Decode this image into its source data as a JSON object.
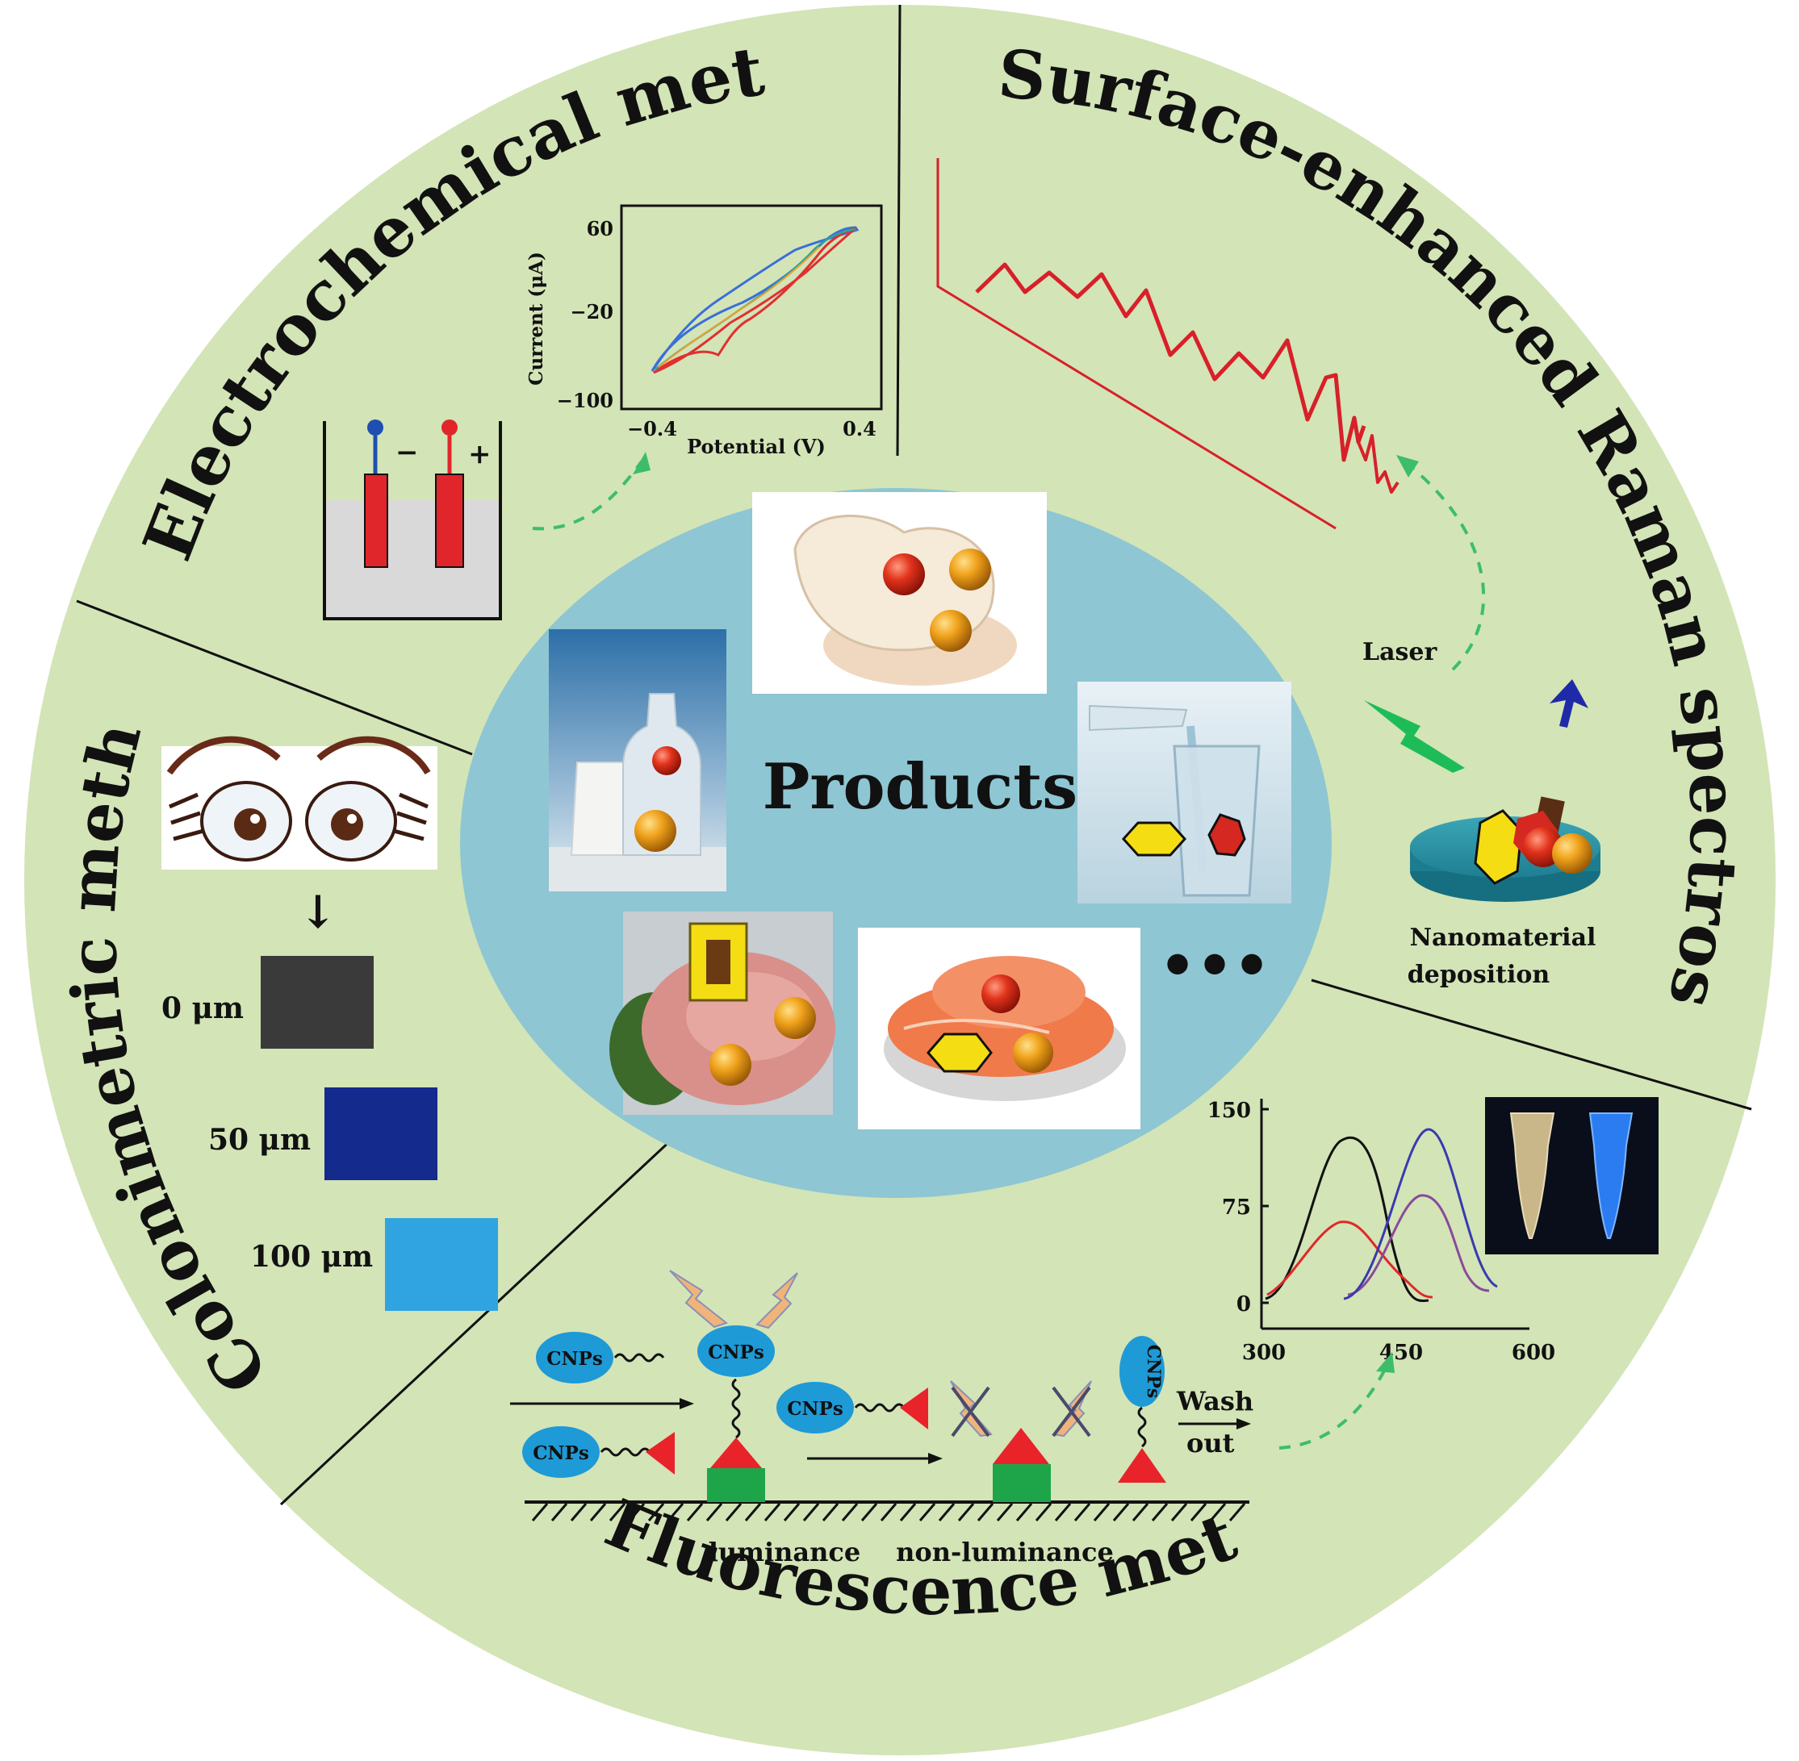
{
  "center": {
    "label": "Products",
    "more": "•••"
  },
  "sections": {
    "electrochemical": {
      "title": "Electrochemical method",
      "electrode_minus": "−",
      "electrode_plus": "+",
      "graph": {
        "ylabel": "Current (μA)",
        "xlabel": "Potential (V)",
        "yticks": [
          "60",
          "−20",
          "−100"
        ],
        "xticks": [
          "−0.4",
          "0.4"
        ]
      }
    },
    "sers": {
      "title": "Surface-enhanced Raman spectroscopy",
      "laser_label": "Laser",
      "deposition_line1": "Nanomaterial",
      "deposition_line2": "deposition"
    },
    "colorimetric": {
      "title": "Colonimetric method",
      "arrow": "↓",
      "swatches": [
        {
          "label": "0 μm",
          "color": "#3a3a3a"
        },
        {
          "label": "50 μm",
          "color": "#142a8c"
        },
        {
          "label": "100 μm",
          "color": "#2fa4e0"
        }
      ]
    },
    "fluorescence": {
      "title": "Fluorescence method",
      "cnp": "CNPs",
      "cnp_vertical": "CNPs",
      "luminance": "luminance",
      "non_luminance": "non-luminance",
      "wash_line1": "Wash",
      "wash_line2": "out",
      "graph": {
        "yticks": [
          "150",
          "75",
          "0"
        ],
        "xticks": [
          "300",
          "450",
          "600"
        ]
      }
    }
  },
  "colors": {
    "outer_disc": "#d3e4b7",
    "inner_disc": "#8ec6d3",
    "raman_line": "#d8202a",
    "arrow_dashed": "#3dbd6a",
    "cnp_blue": "#1e9ad6",
    "triangle_red": "#e8232a",
    "block_green": "#1ea54a"
  }
}
